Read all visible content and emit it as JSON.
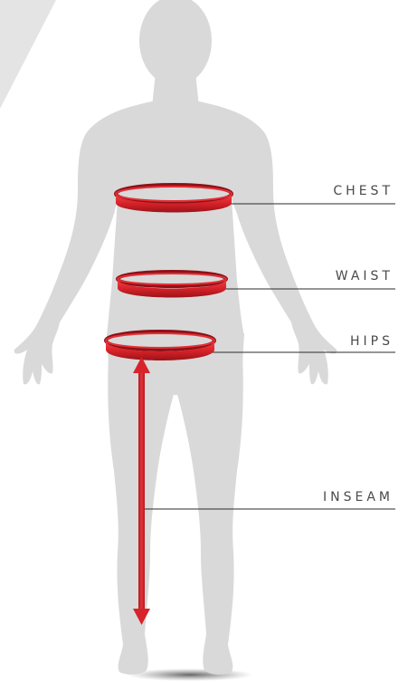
{
  "labels": {
    "chest": "CHEST",
    "waist": "WAIST",
    "hips": "HIPS",
    "inseam": "INSEAM"
  },
  "colors": {
    "body": "#d8d8d8",
    "band": "#e0262b",
    "band_dark": "#a5141a",
    "leader": "#2b2b2b",
    "label_text": "#4a4a4a",
    "corner_shape": "#e2e2e2"
  }
}
